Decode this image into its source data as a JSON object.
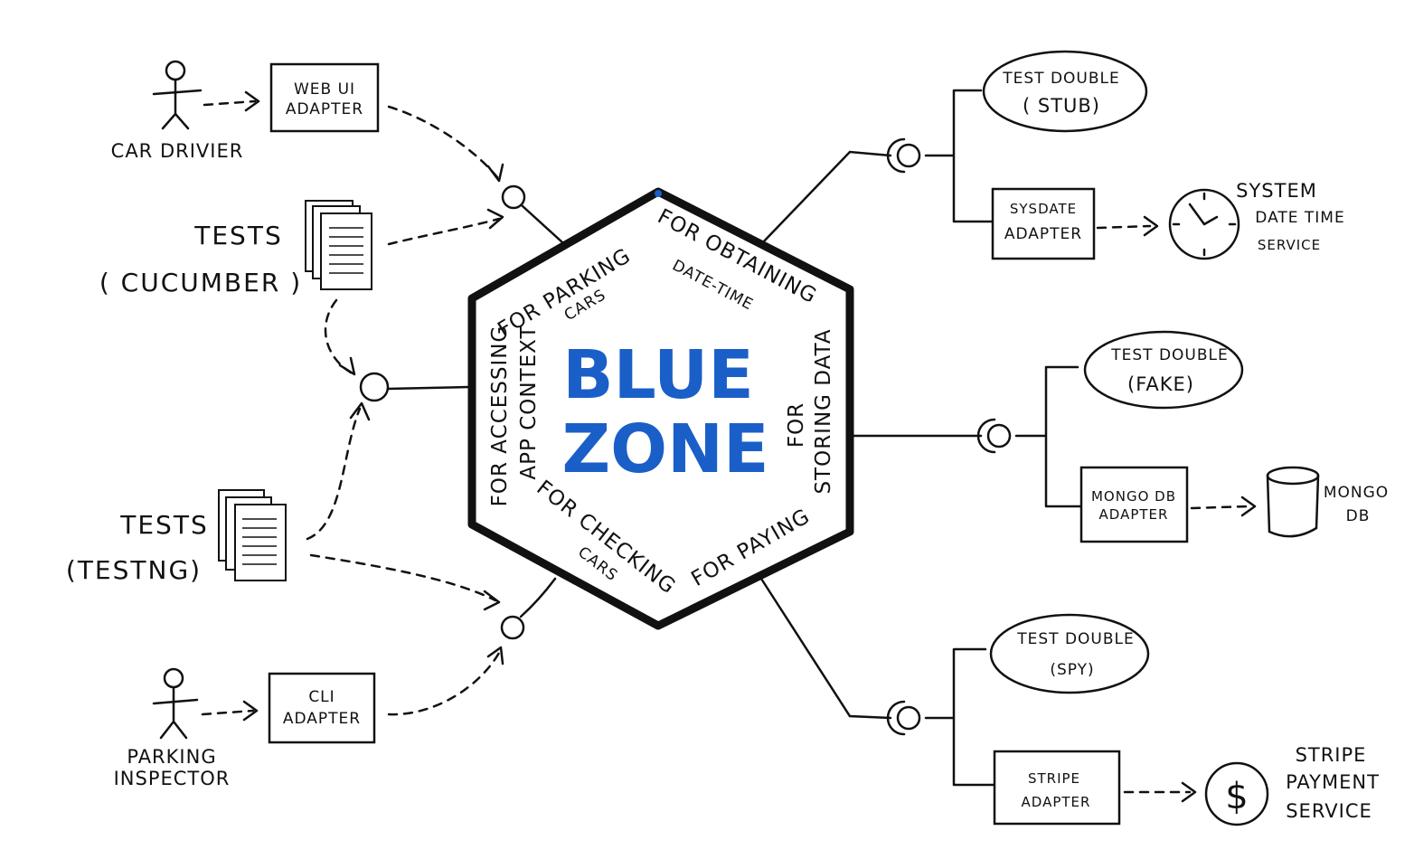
{
  "center": {
    "line1": "BLUE",
    "line2": "ZONE",
    "color": "#1a5fc8"
  },
  "ports": {
    "parking": {
      "line1": "FOR PARKING",
      "line2": "CARS"
    },
    "obtaining": {
      "line1": "FOR OBTAINING",
      "line2": "DATE-TIME"
    },
    "storing": {
      "line1": "FOR",
      "line2": "STORING DATA"
    },
    "paying": {
      "line1": "FOR PAYING"
    },
    "checking": {
      "line1": "FOR CHECKING",
      "line2": "CARS"
    },
    "accessing": {
      "line1": "FOR ACCESSING",
      "line2": "APP CONTEXT"
    }
  },
  "left": {
    "car_driver": "CAR DRIVIER",
    "web_ui_adapter": {
      "line1": "WEB UI",
      "line2": "ADAPTER"
    },
    "tests_cucumber": {
      "line1": "TESTS",
      "line2": "( CUCUMBER )"
    },
    "tests_testng": {
      "line1": "TESTS",
      "line2": "(TESTNG)"
    },
    "parking_inspector": {
      "line1": "PARKING",
      "line2": "INSPECTOR"
    },
    "cli_adapter": {
      "line1": "CLI",
      "line2": "ADAPTER"
    }
  },
  "right": {
    "stub": {
      "line1": "TEST DOUBLE",
      "line2": "( STUB)"
    },
    "sysdate_adapter": {
      "line1": "SYSDATE",
      "line2": "ADAPTER"
    },
    "system_datetime": {
      "line1": "SYSTEM",
      "line2": "DATE TIME",
      "line3": "SERVICE"
    },
    "fake": {
      "line1": "TEST DOUBLE",
      "line2": "(FAKE)"
    },
    "mongo_adapter": {
      "line1": "MONGO DB",
      "line2": "ADAPTER"
    },
    "mongo_db": {
      "line1": "MONGO",
      "line2": "DB"
    },
    "spy": {
      "line1": "TEST DOUBLE",
      "line2": "(SPY)"
    },
    "stripe_adapter": {
      "line1": "STRIPE",
      "line2": "ADAPTER"
    },
    "stripe_service": {
      "line1": "STRIPE",
      "line2": "PAYMENT",
      "line3": "SERVICE"
    }
  },
  "icons": {
    "actor_car_driver": "person-icon",
    "actor_parking_inspector": "person-icon",
    "tests_cucumber_docs": "documents-icon",
    "tests_testng_docs": "documents-icon",
    "clock": "clock-icon",
    "database": "database-cylinder-icon",
    "dollar": "dollar-icon",
    "dollar_glyph": "$"
  }
}
